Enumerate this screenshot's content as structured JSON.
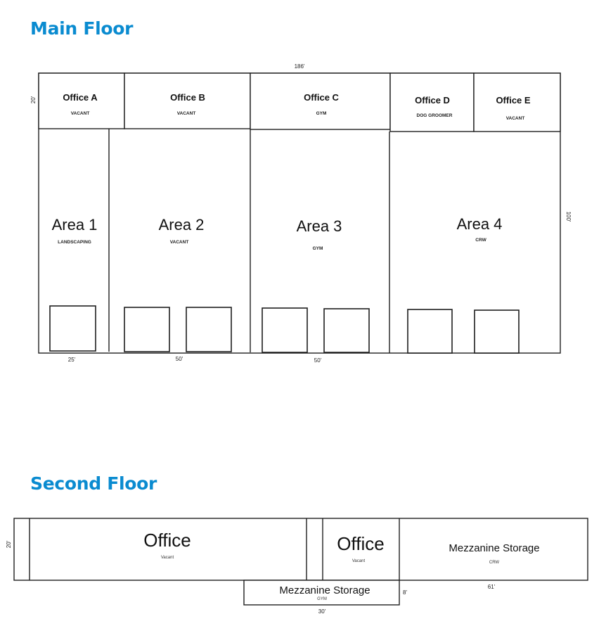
{
  "colors": {
    "heading": "#0a8bd0",
    "line": "#1e1e1e",
    "background": "#ffffff"
  },
  "main_floor": {
    "heading": "Main Floor",
    "dimensions": {
      "width": "186'",
      "office_depth": "20'",
      "depth": "100'",
      "area1": "25'",
      "area2": "50'",
      "area3": "50'"
    },
    "offices": [
      {
        "name": "Office A",
        "tenant": "VACANT"
      },
      {
        "name": "Office B",
        "tenant": "VACANT"
      },
      {
        "name": "Office C",
        "tenant": "GYM"
      },
      {
        "name": "Office D",
        "tenant": "DOG GROOMER"
      },
      {
        "name": "Office E",
        "tenant": "VACANT"
      }
    ],
    "areas": [
      {
        "name": "Area 1",
        "tenant": "LANDSCAPING"
      },
      {
        "name": "Area 2",
        "tenant": "VACANT"
      },
      {
        "name": "Area 3",
        "tenant": "GYM"
      },
      {
        "name": "Area 4",
        "tenant": "CRW"
      }
    ]
  },
  "second_floor": {
    "heading": "Second Floor",
    "dimensions": {
      "depth": "20'",
      "mezz_right": "61'",
      "mezz_bottom": "30'",
      "mezz_side": "8'"
    },
    "rooms": [
      {
        "name": "Office",
        "tenant": "Vacant"
      },
      {
        "name": "Office",
        "tenant": "Vacant"
      },
      {
        "name": "Mezzanine Storage",
        "tenant": "CRW"
      },
      {
        "name": "Mezzanine Storage",
        "tenant": "GYM"
      }
    ]
  }
}
